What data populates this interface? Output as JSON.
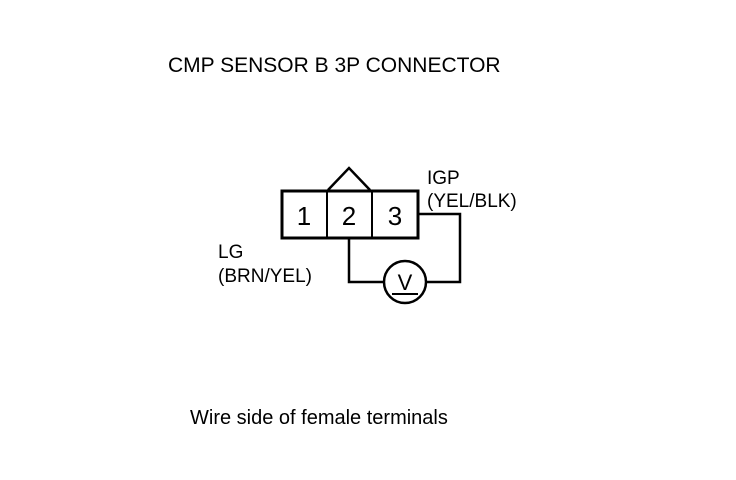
{
  "title": "CMP SENSOR B 3P CONNECTOR",
  "caption": "Wire side of female terminals",
  "connector": {
    "terminals": [
      "1",
      "2",
      "3"
    ]
  },
  "labels": {
    "left": {
      "line1": "LG",
      "line2": "(BRN/YEL)"
    },
    "right": {
      "line1": "IGP",
      "line2": "(YEL/BLK)"
    }
  },
  "meter": {
    "symbol": "V"
  }
}
